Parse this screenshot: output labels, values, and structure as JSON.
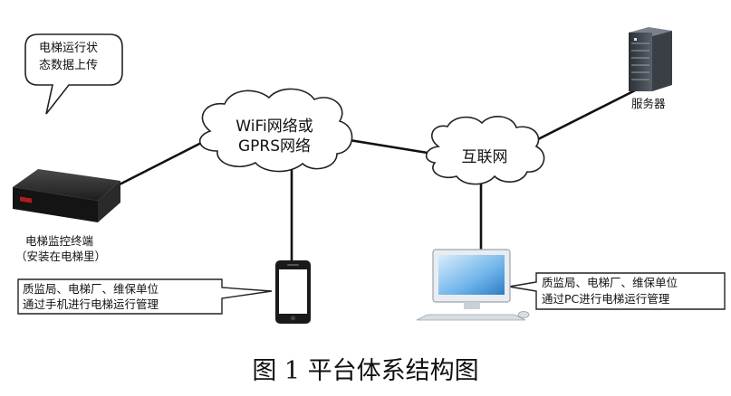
{
  "diagram": {
    "caption": "图 1 平台体系结构图",
    "nodes": {
      "terminal": {
        "label_line1": "电梯监控终端",
        "label_line2": "（安装在电梯里）"
      },
      "wifi_cloud": {
        "line1": "WiFi网络或",
        "line2": "GPRS网络"
      },
      "internet_cloud": {
        "label": "互联网"
      },
      "server": {
        "label": "服务器"
      },
      "phone": {},
      "pc": {}
    },
    "callouts": {
      "status_upload": {
        "line1": "电梯运行状",
        "line2": "态数据上传"
      },
      "mobile_mgmt": {
        "line1": "质监局、电梯厂、维保单位",
        "line2": "通过手机进行电梯运行管理"
      },
      "pc_mgmt": {
        "line1": "质监局、电梯厂、维保单位",
        "line2": "通过PC进行电梯运行管理"
      }
    }
  }
}
